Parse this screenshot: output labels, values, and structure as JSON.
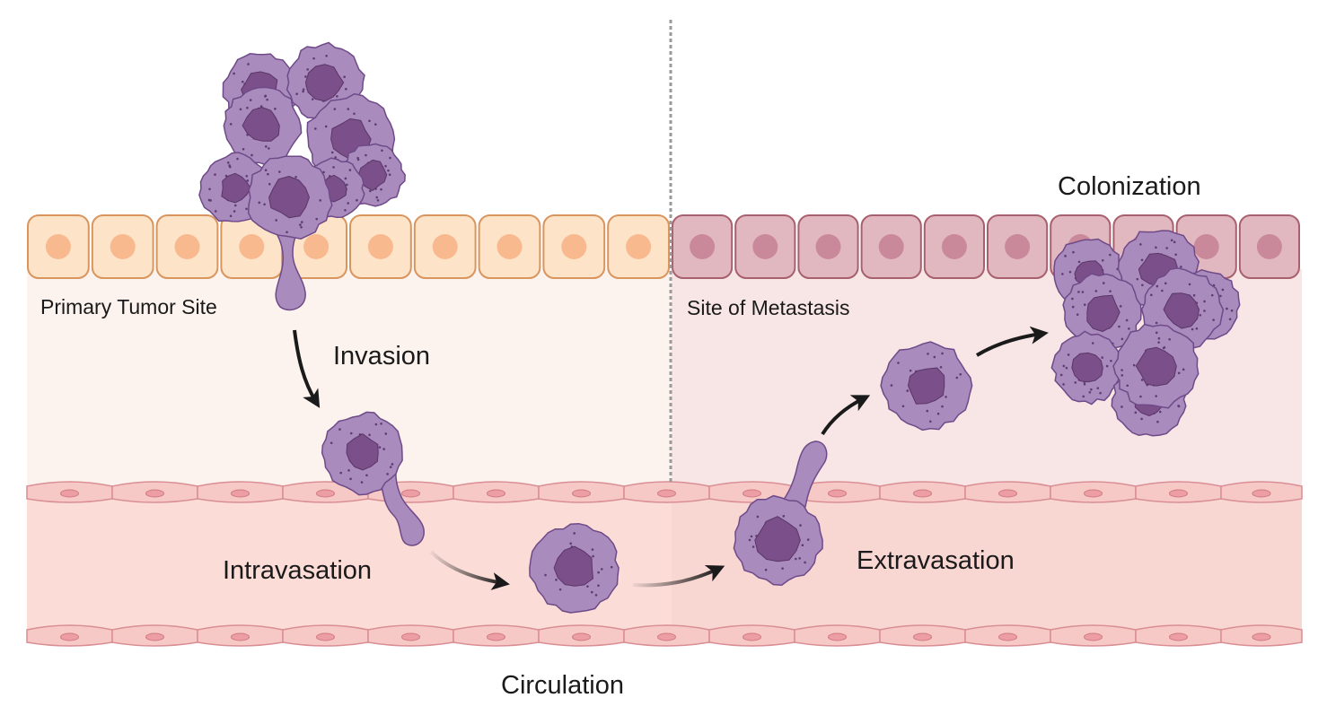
{
  "labels": {
    "primary_site": "Primary Tumor Site",
    "metastasis_site": "Site of Metastasis",
    "invasion": "Invasion",
    "intravasation": "Intravasation",
    "circulation": "Circulation",
    "extravasation": "Extravasation",
    "colonization": "Colonization"
  },
  "colors": {
    "primary_tissue": "#fdf3ee",
    "metastasis_tissue": "#f8e6e6",
    "primary_epithelium": "#fde3c8",
    "primary_epithelium_border": "#d9955e",
    "primary_nucleus": "#f8b98f",
    "metastasis_epithelium": "#e2b8c0",
    "metastasis_epithelium_border": "#a8606e",
    "metastasis_nucleus": "#c9899a",
    "vessel_lumen": "#fadad5",
    "endothelium": "#f6c9c6",
    "endothelium_border": "#d98e94",
    "tumor_cell": "#a98bbd",
    "tumor_cell_border": "#6f4a88",
    "tumor_nucleus": "#7b4f8a",
    "divider": "#9a9a9a",
    "arrow": "#1a1a1a"
  }
}
